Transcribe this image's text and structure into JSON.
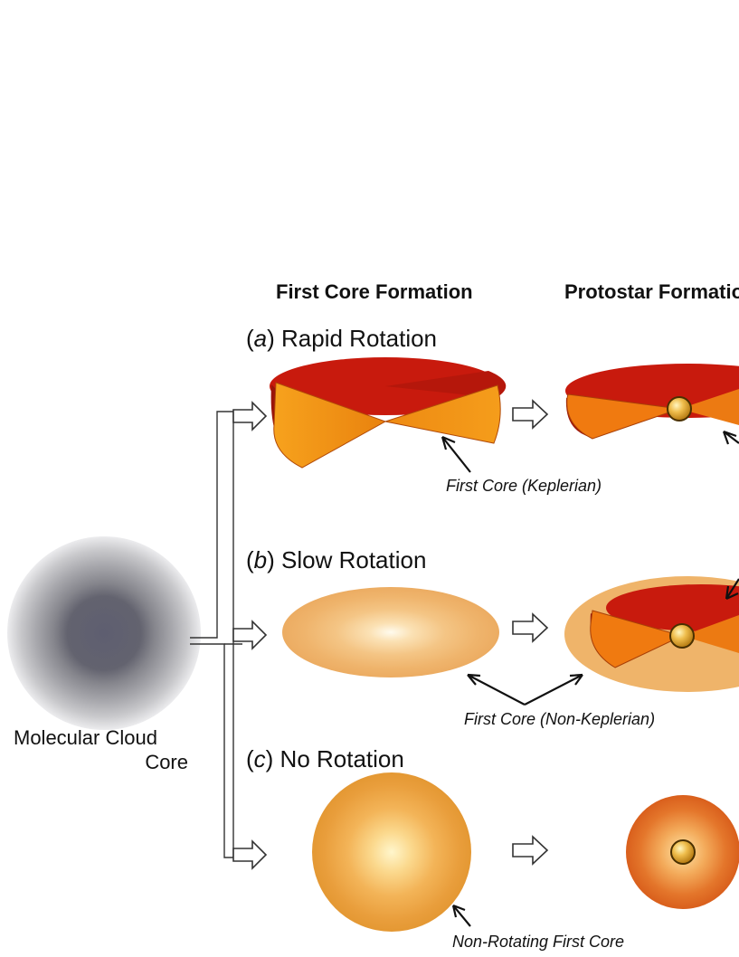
{
  "columns": {
    "first_core": "First Core Formation",
    "protostar": "Protostar Formation"
  },
  "cloud": {
    "label_line1": "Molecular Cloud",
    "label_line2": "Core"
  },
  "rows": [
    {
      "prefix": "(",
      "letter": "a",
      "suffix": ") Rapid Rotation",
      "note": "First Core (Keplerian)"
    },
    {
      "prefix": "(",
      "letter": "b",
      "suffix": ") Slow Rotation",
      "note": "First Core (Non-Keplerian)"
    },
    {
      "prefix": "(",
      "letter": "c",
      "suffix": ") No Rotation",
      "note": "Non-Rotating First Core"
    }
  ],
  "colors": {
    "cloud_outer": "#d7d7da",
    "cloud_inner": "#5f5f70",
    "disk_top": "#c81a0d",
    "disk_side": "#9e150b",
    "disk_cut": "#f08a10",
    "core_light": "#fff7d6",
    "core_dark": "#f0a84a",
    "protostar": "#e8b040"
  }
}
